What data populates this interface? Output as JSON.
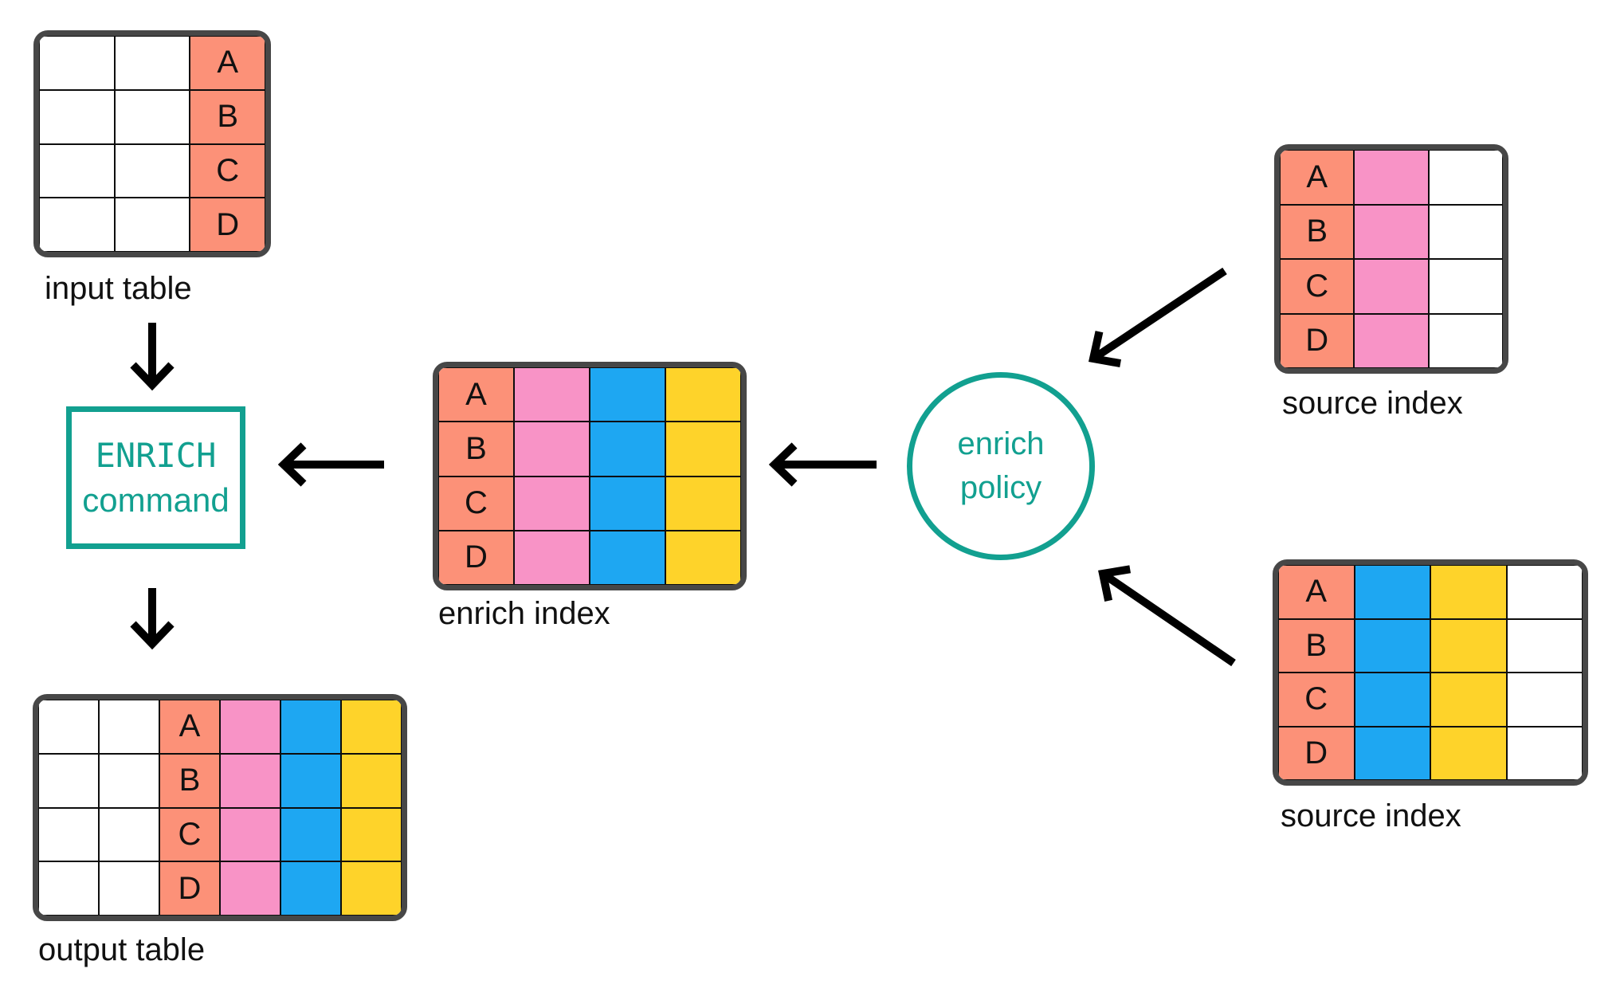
{
  "colors": {
    "white": "#ffffff",
    "salmon": "#FC9178",
    "pink": "#F893C6",
    "blue": "#1EA7F2",
    "yellow": "#FED32A",
    "teal": "#12A090",
    "border": "#474747",
    "grid": "#0d0d0d",
    "ink": "#111111",
    "arrow": "#000000"
  },
  "labels": {
    "row_letters": [
      "A",
      "B",
      "C",
      "D"
    ]
  },
  "tables": {
    "input": {
      "caption": "input table",
      "columns": [
        "white",
        "white",
        "salmon"
      ],
      "letters_in": 2
    },
    "enrich_index": {
      "caption": "enrich index",
      "columns": [
        "salmon",
        "pink",
        "blue",
        "yellow"
      ],
      "letters_in": 0
    },
    "source_top": {
      "caption": "source index",
      "columns": [
        "salmon",
        "pink",
        "white"
      ],
      "letters_in": 0
    },
    "source_bottom": {
      "caption": "source index",
      "columns": [
        "salmon",
        "blue",
        "yellow",
        "white"
      ],
      "letters_in": 0
    },
    "output": {
      "caption": "output table",
      "columns": [
        "white",
        "white",
        "salmon",
        "pink",
        "blue",
        "yellow"
      ],
      "letters_in": 2
    }
  },
  "command_box": {
    "line1": "ENRICH",
    "line2": "command"
  },
  "policy_circle": {
    "line1": "enrich",
    "line2": "policy"
  }
}
